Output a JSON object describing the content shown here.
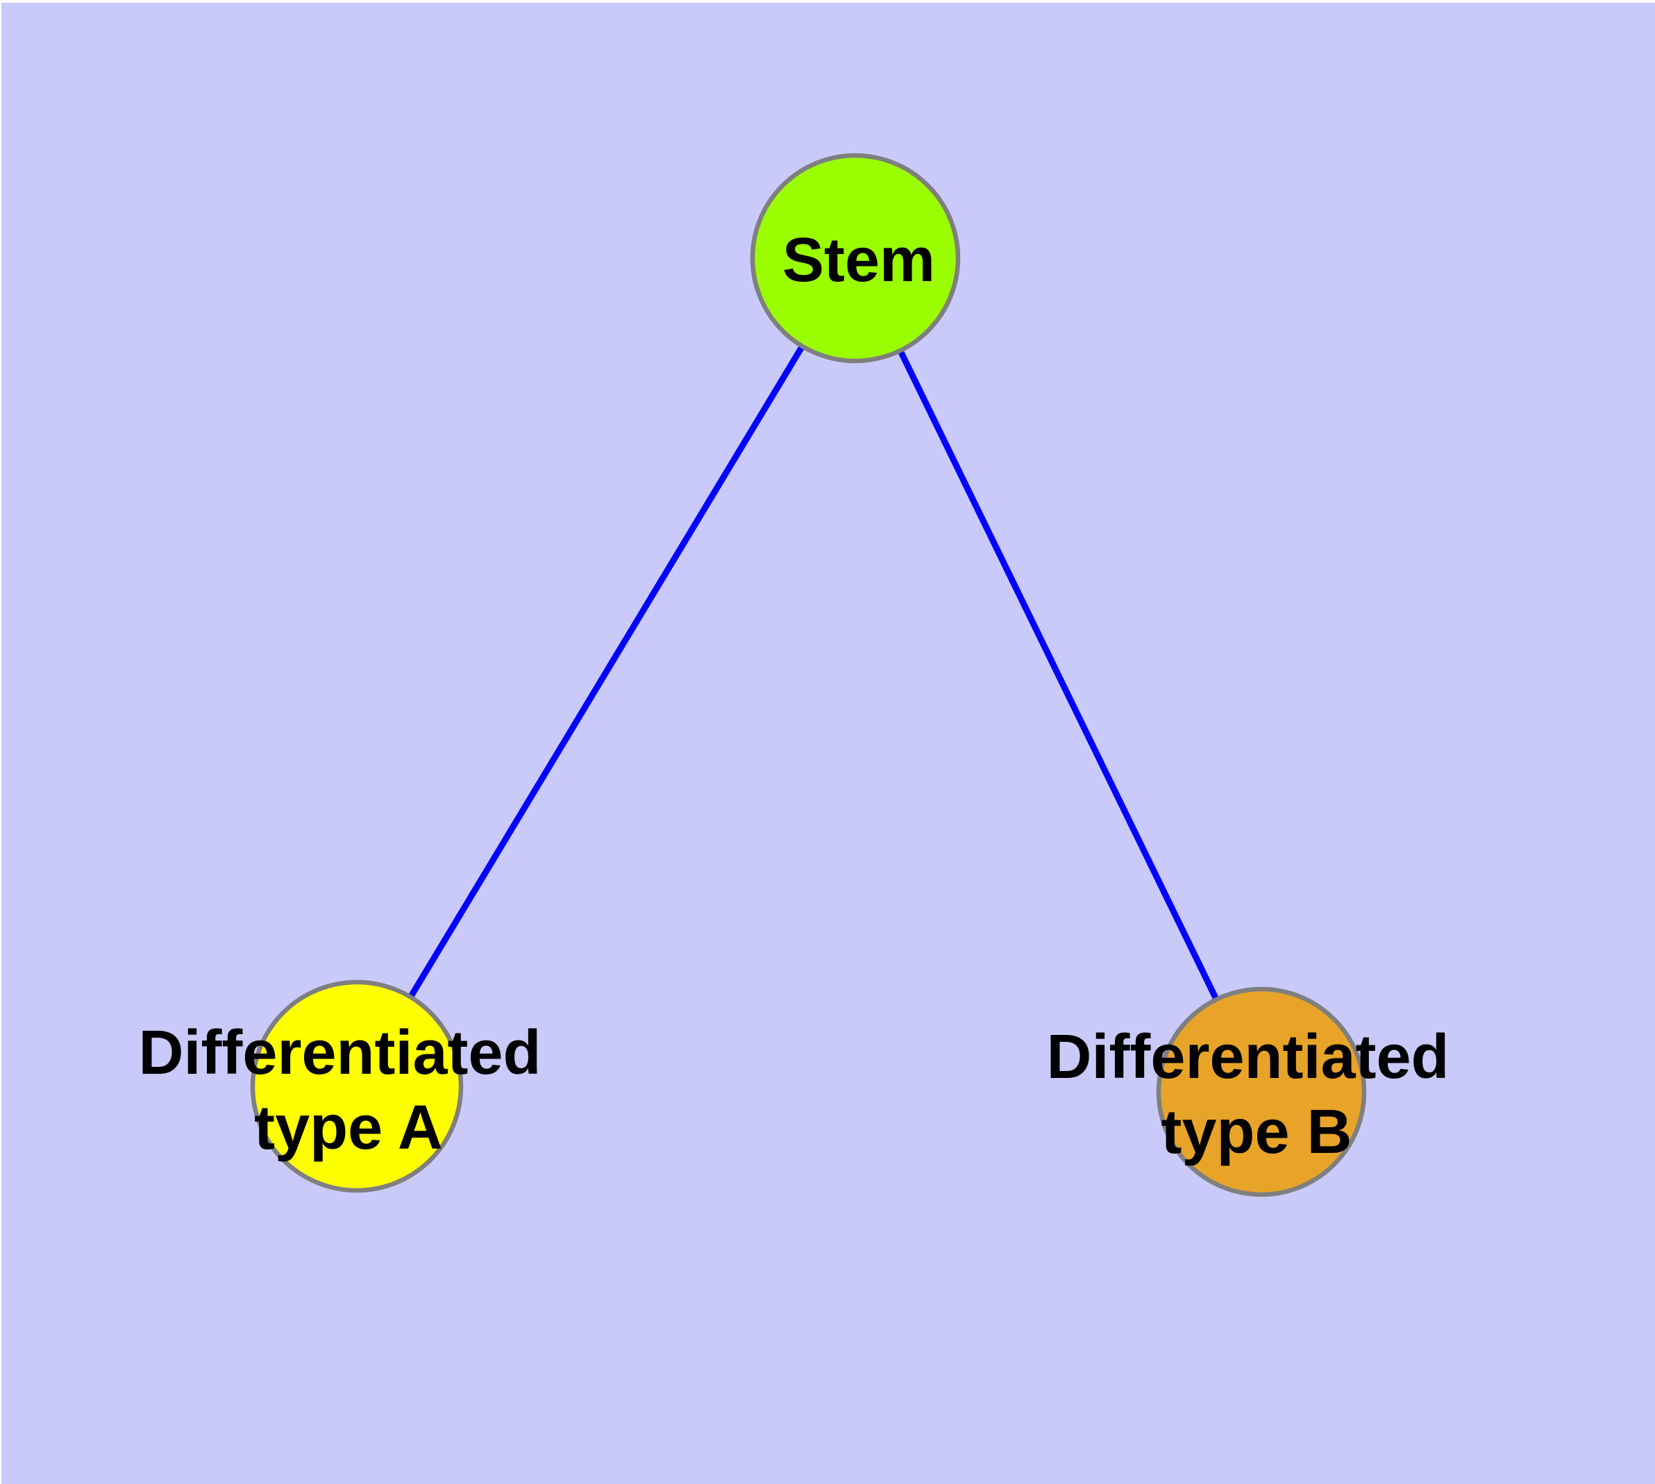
{
  "canvas": {
    "background": "#CACAFA",
    "margin_color": "#FFFFFF",
    "text_color": "#000000"
  },
  "edges": {
    "color": "#0000FF",
    "items": [
      {
        "from": "stem",
        "to": "type_a"
      },
      {
        "from": "stem",
        "to": "type_b"
      }
    ]
  },
  "nodes": {
    "stem": {
      "label": "Stem",
      "fill": "#9AFD00",
      "border": "#7F7F7F"
    },
    "type_a": {
      "label_line1": "Differentiated",
      "label_line2": "type A",
      "fill": "#FFFF00",
      "border": "#7F7F7F"
    },
    "type_b": {
      "label_line1": "Differentiated",
      "label_line2": "type B",
      "fill": "#E8A428",
      "border": "#7F7F7F"
    }
  }
}
